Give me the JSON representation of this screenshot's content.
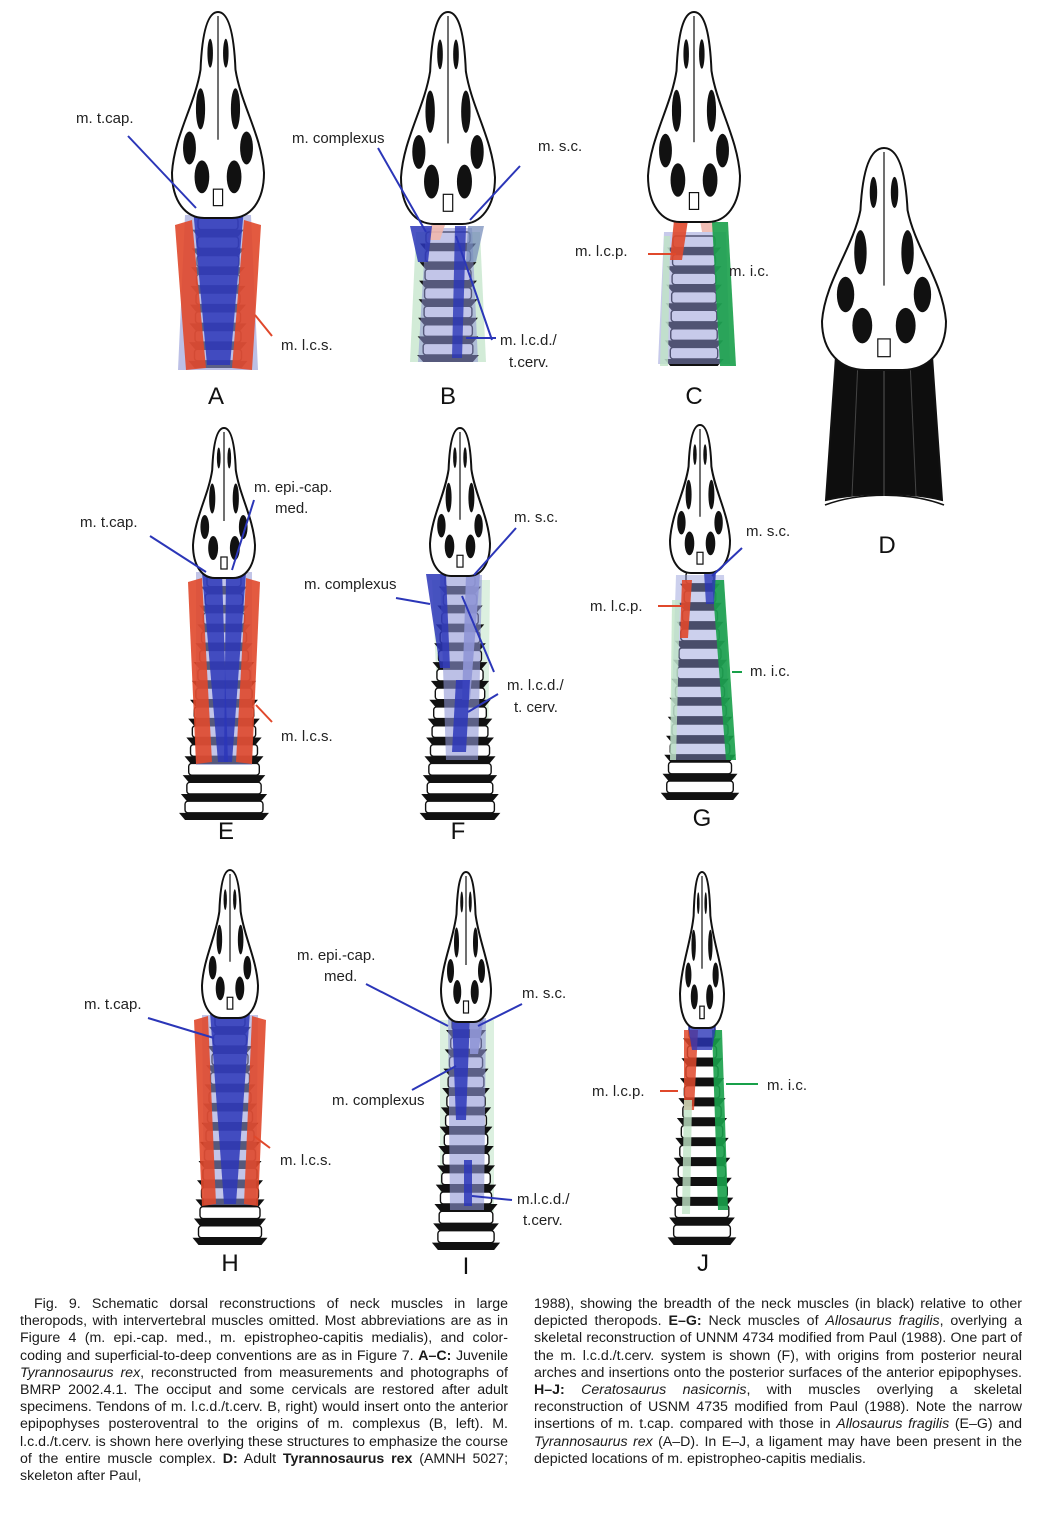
{
  "colors": {
    "ink": "#111111",
    "muscle_blue": "#2b36b8",
    "muscle_blue_light": "#8f96d6",
    "muscle_red": "#e0482b",
    "muscle_green": "#18a04a",
    "muscle_green_light": "#bfe3c6",
    "pink": "#f0b7ad",
    "neck_black": "#0e0e0e"
  },
  "panels": [
    {
      "letter": "A",
      "labels": [
        "m. t.cap.",
        "m. l.c.s."
      ]
    },
    {
      "letter": "B",
      "labels": [
        "m. complexus",
        "m. s.c.",
        "m. l.c.d./",
        "t.cerv."
      ]
    },
    {
      "letter": "C",
      "labels": [
        "m. l.c.p.",
        "m. i.c."
      ]
    },
    {
      "letter": "D",
      "labels": []
    },
    {
      "letter": "E",
      "labels": [
        "m. epi.-cap.",
        "med.",
        "m. t.cap.",
        "m. l.c.s."
      ]
    },
    {
      "letter": "F",
      "labels": [
        "m. s.c.",
        "m. complexus",
        "m. l.c.d./",
        "t. cerv."
      ]
    },
    {
      "letter": "G",
      "labels": [
        "m. s.c.",
        "m. l.c.p.",
        "m. i.c."
      ]
    },
    {
      "letter": "H",
      "labels": [
        "m. t.cap.",
        "m. l.c.s."
      ]
    },
    {
      "letter": "I",
      "labels": [
        "m. epi.-cap.",
        "med.",
        "m. s.c.",
        "m. complexus",
        "m.l.c.d./",
        "t.cerv."
      ]
    },
    {
      "letter": "J",
      "labels": [
        "m. l.c.p.",
        "m. i.c."
      ]
    }
  ],
  "caption": {
    "left": [
      {
        "t": "Fig. 9.  Schematic dorsal reconstructions of neck muscles in large theropods, with intervertebral muscles omitted. Most abbreviations are as in Figure 4 (m. epi.-cap. med., m. epistropheo-capitis medialis), and color-coding and superficial-to-deep conventions are as in Figure 7. ",
        "s": ""
      },
      {
        "t": "A–C:",
        "s": "b"
      },
      {
        "t": " Juvenile ",
        "s": ""
      },
      {
        "t": "Tyrannosaurus rex",
        "s": "i"
      },
      {
        "t": ", reconstructed from measurements and photographs of BMRP 2002.4.1. The occiput and some cervicals are restored after adult specimens. Tendons of m. l.c.d./t.cerv. B, right) would insert onto the anterior epipophyses posteroventral to the origins of m. complexus (B, left). M. l.c.d./t.cerv. is shown here overlying these structures to emphasize the course of the entire muscle complex. ",
        "s": ""
      },
      {
        "t": "D:",
        "s": "b"
      },
      {
        "t": " Adult ",
        "s": ""
      },
      {
        "t": "Tyrannosaurus rex",
        "s": "b"
      },
      {
        "t": " (AMNH 5027; skeleton after Paul,",
        "s": ""
      }
    ],
    "right": [
      {
        "t": "1988), showing the breadth of the neck muscles (in black) relative to other depicted theropods. ",
        "s": ""
      },
      {
        "t": "E–G:",
        "s": "b"
      },
      {
        "t": " Neck muscles of ",
        "s": ""
      },
      {
        "t": "Allosaurus fragilis",
        "s": "i"
      },
      {
        "t": ", overlying a skeletal reconstruction of UNNM 4734 modified from Paul (1988). One part of the m. l.c.d./t.cerv. system is shown (F), with origins from posterior neural arches and insertions onto the posterior surfaces of the anterior epipophyses. ",
        "s": ""
      },
      {
        "t": "H–J:",
        "s": "b"
      },
      {
        "t": " ",
        "s": ""
      },
      {
        "t": "Ceratosaurus nasicornis",
        "s": "i"
      },
      {
        "t": ", with muscles overlying a skeletal reconstruction of USNM 4735 modified from Paul (1988). Note the narrow insertions of m. t.cap. compared with those in ",
        "s": ""
      },
      {
        "t": "Allosaurus fragilis",
        "s": "i"
      },
      {
        "t": " (E–G) and ",
        "s": ""
      },
      {
        "t": "Tyrannosaurus rex",
        "s": "i"
      },
      {
        "t": " (A–D). In E–J, a ligament may have been present in the depicted locations of m. epistropheo-capitis medialis.",
        "s": ""
      }
    ]
  }
}
